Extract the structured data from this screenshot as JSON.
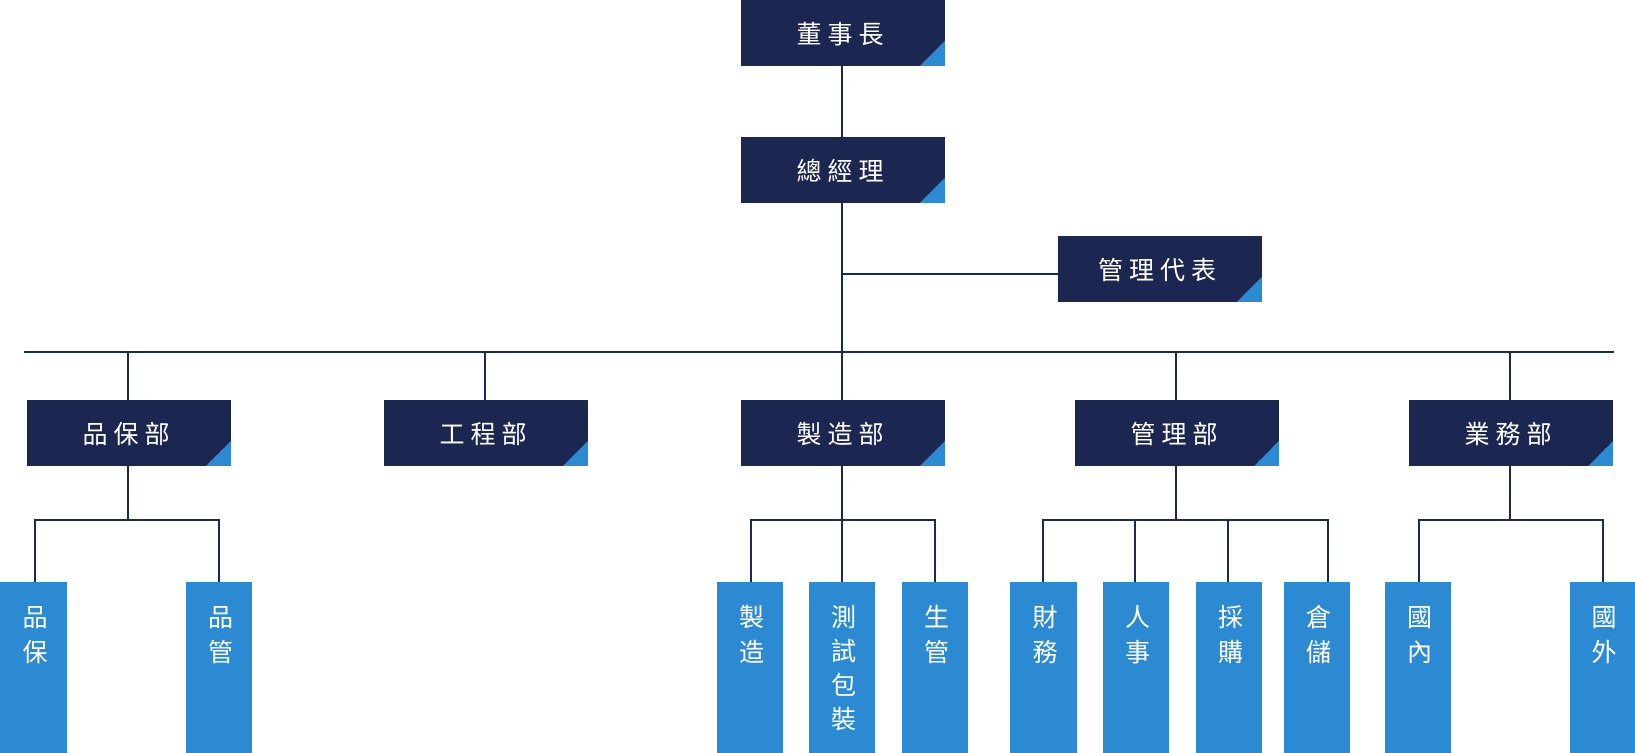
{
  "top": [
    {
      "id": "chairman",
      "label": "董事長"
    },
    {
      "id": "gm",
      "label": "總經理"
    },
    {
      "id": "mgmt-rep",
      "label": "管理代表"
    }
  ],
  "departments": [
    {
      "id": "qa",
      "label": "品保部",
      "subs": [
        "品保",
        "品管"
      ]
    },
    {
      "id": "eng",
      "label": "工程部",
      "subs": []
    },
    {
      "id": "mfg",
      "label": "製造部",
      "subs": [
        "製造",
        "測試包裝",
        "生管"
      ]
    },
    {
      "id": "admin",
      "label": "管理部",
      "subs": [
        "財務",
        "人事",
        "採購",
        "倉儲"
      ]
    },
    {
      "id": "sales",
      "label": "業務部",
      "subs": [
        "國內",
        "國外"
      ]
    }
  ],
  "colors": {
    "dark_box": "#1b2651",
    "accent_box": "#2b8ad2",
    "line": "#1b2a52"
  }
}
